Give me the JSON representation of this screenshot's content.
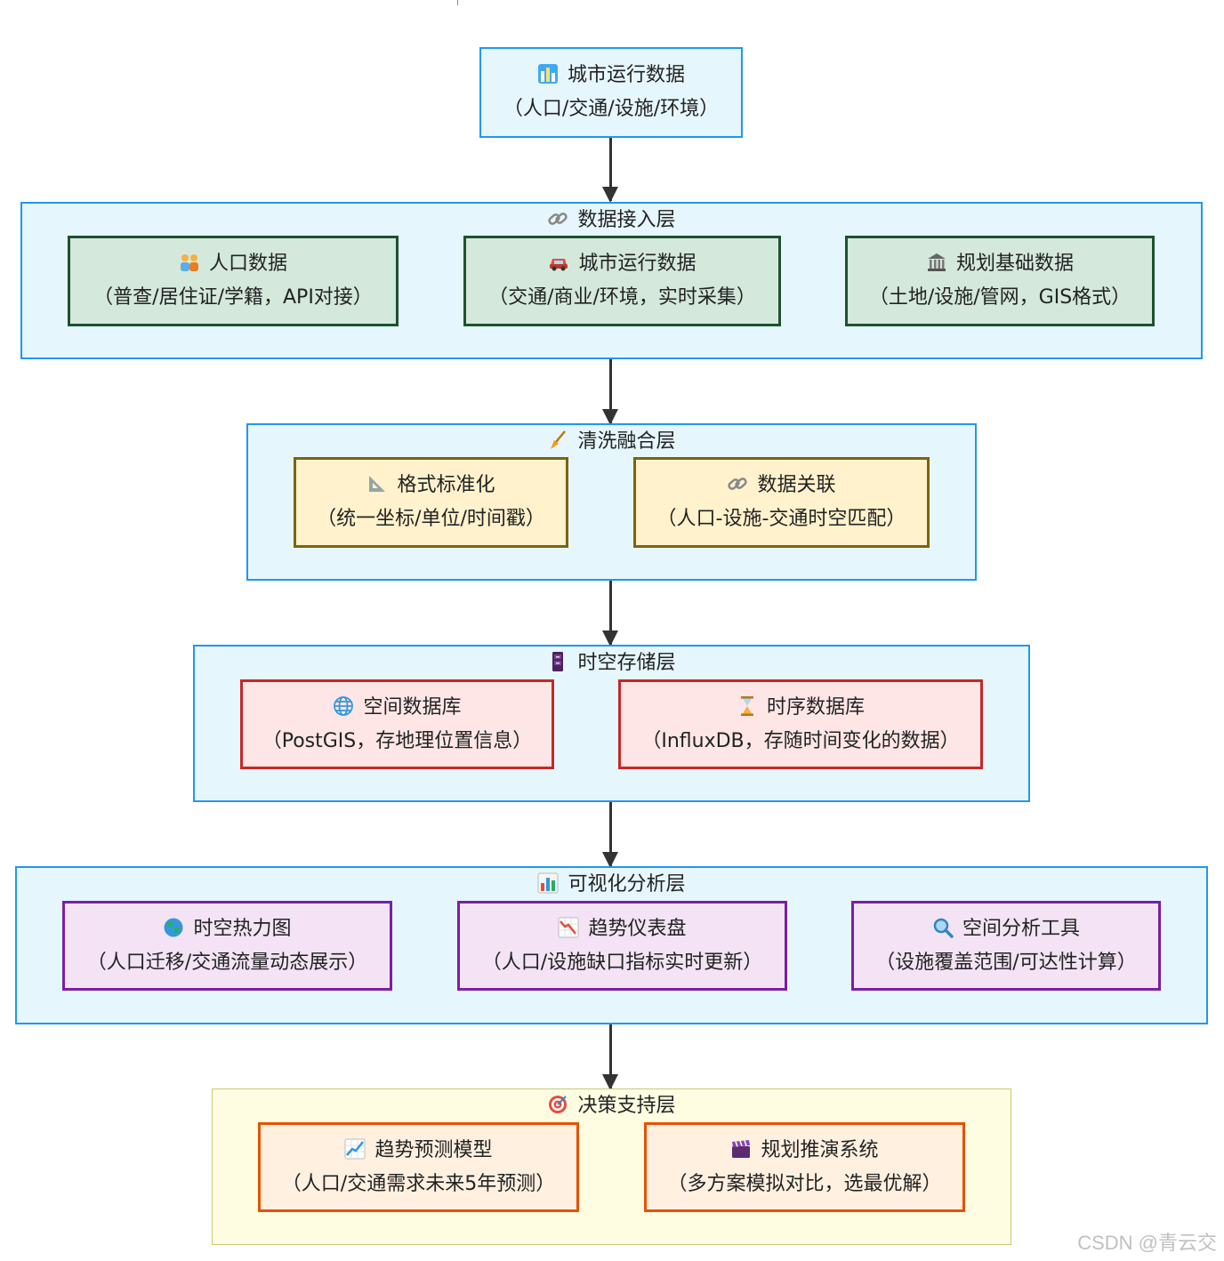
{
  "top_node": {
    "line1": "城市运行数据",
    "line2": "（人口/交通/设施/环境）"
  },
  "layers": {
    "ingest": {
      "title": "数据接入层",
      "nodes": [
        {
          "line1": "人口数据",
          "line2": "（普查/居住证/学籍，API对接）"
        },
        {
          "line1": "城市运行数据",
          "line2": "（交通/商业/环境，实时采集）"
        },
        {
          "line1": "规划基础数据",
          "line2": "（土地/设施/管网，GIS格式）"
        }
      ]
    },
    "clean": {
      "title": "清洗融合层",
      "nodes": [
        {
          "line1": "格式标准化",
          "line2": "（统一坐标/单位/时间戳）"
        },
        {
          "line1": "数据关联",
          "line2": "（人口-设施-交通时空匹配）"
        }
      ]
    },
    "storage": {
      "title": "时空存储层",
      "nodes": [
        {
          "line1": "空间数据库",
          "line2": "（PostGIS，存地理位置信息）"
        },
        {
          "line1": "时序数据库",
          "line2": "（InfluxDB，存随时间变化的数据）"
        }
      ]
    },
    "analysis": {
      "title": "可视化分析层",
      "nodes": [
        {
          "line1": "时空热力图",
          "line2": "（人口迁移/交通流量动态展示）"
        },
        {
          "line1": "趋势仪表盘",
          "line2": "（人口/设施缺口指标实时更新）"
        },
        {
          "line1": "空间分析工具",
          "line2": "（设施覆盖范围/可达性计算）"
        }
      ]
    },
    "decision": {
      "title": "决策支持层",
      "nodes": [
        {
          "line1": "趋势预测模型",
          "line2": "（人口/交通需求未来5年预测）"
        },
        {
          "line1": "规划推演系统",
          "line2": "（多方案模拟对比，选最优解）"
        }
      ]
    }
  },
  "watermark": "CSDN @青云交"
}
